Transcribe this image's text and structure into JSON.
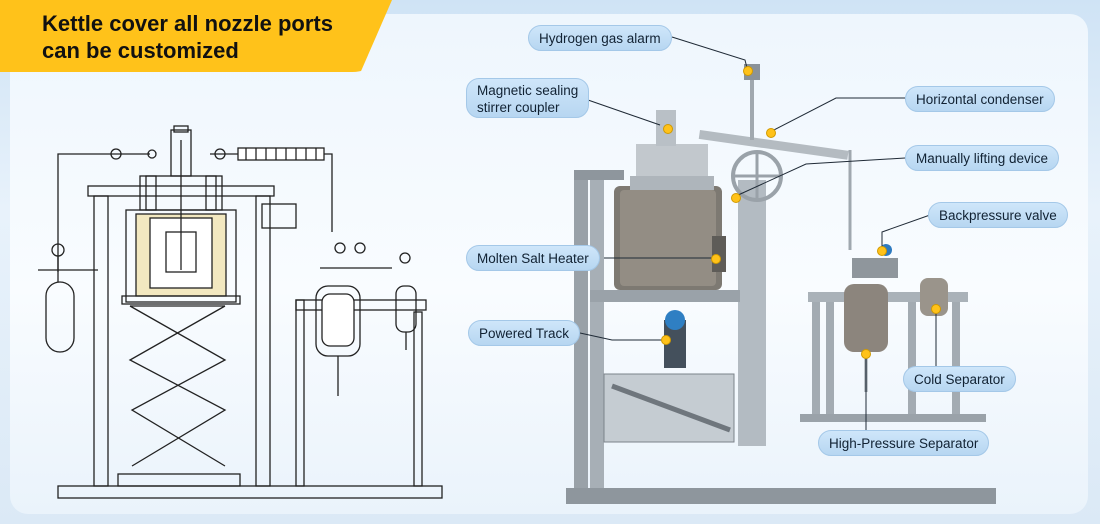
{
  "banner": {
    "line1": "Kettle cover all nozzle ports",
    "line2": "can be customized"
  },
  "callouts": [
    {
      "id": "hydrogen",
      "text": "Hydrogen gas alarm"
    },
    {
      "id": "magnetic",
      "line1": "Magnetic sealing",
      "line2": "stirrer coupler"
    },
    {
      "id": "condenser",
      "text": "Horizontal condenser"
    },
    {
      "id": "lifting",
      "text": "Manually lifting device"
    },
    {
      "id": "backpressure",
      "text": "Backpressure valve"
    },
    {
      "id": "molten",
      "text": "Molten Salt Heater"
    },
    {
      "id": "track",
      "text": "Powered Track"
    },
    {
      "id": "cold",
      "text": "Cold Separator"
    },
    {
      "id": "highpressure",
      "text": "High-Pressure Separator"
    }
  ],
  "colors": {
    "accent": "#ffc21a",
    "label_bg": "#c3ddf5",
    "steel": "#9aa3ab",
    "line": "#1a1a1a"
  }
}
